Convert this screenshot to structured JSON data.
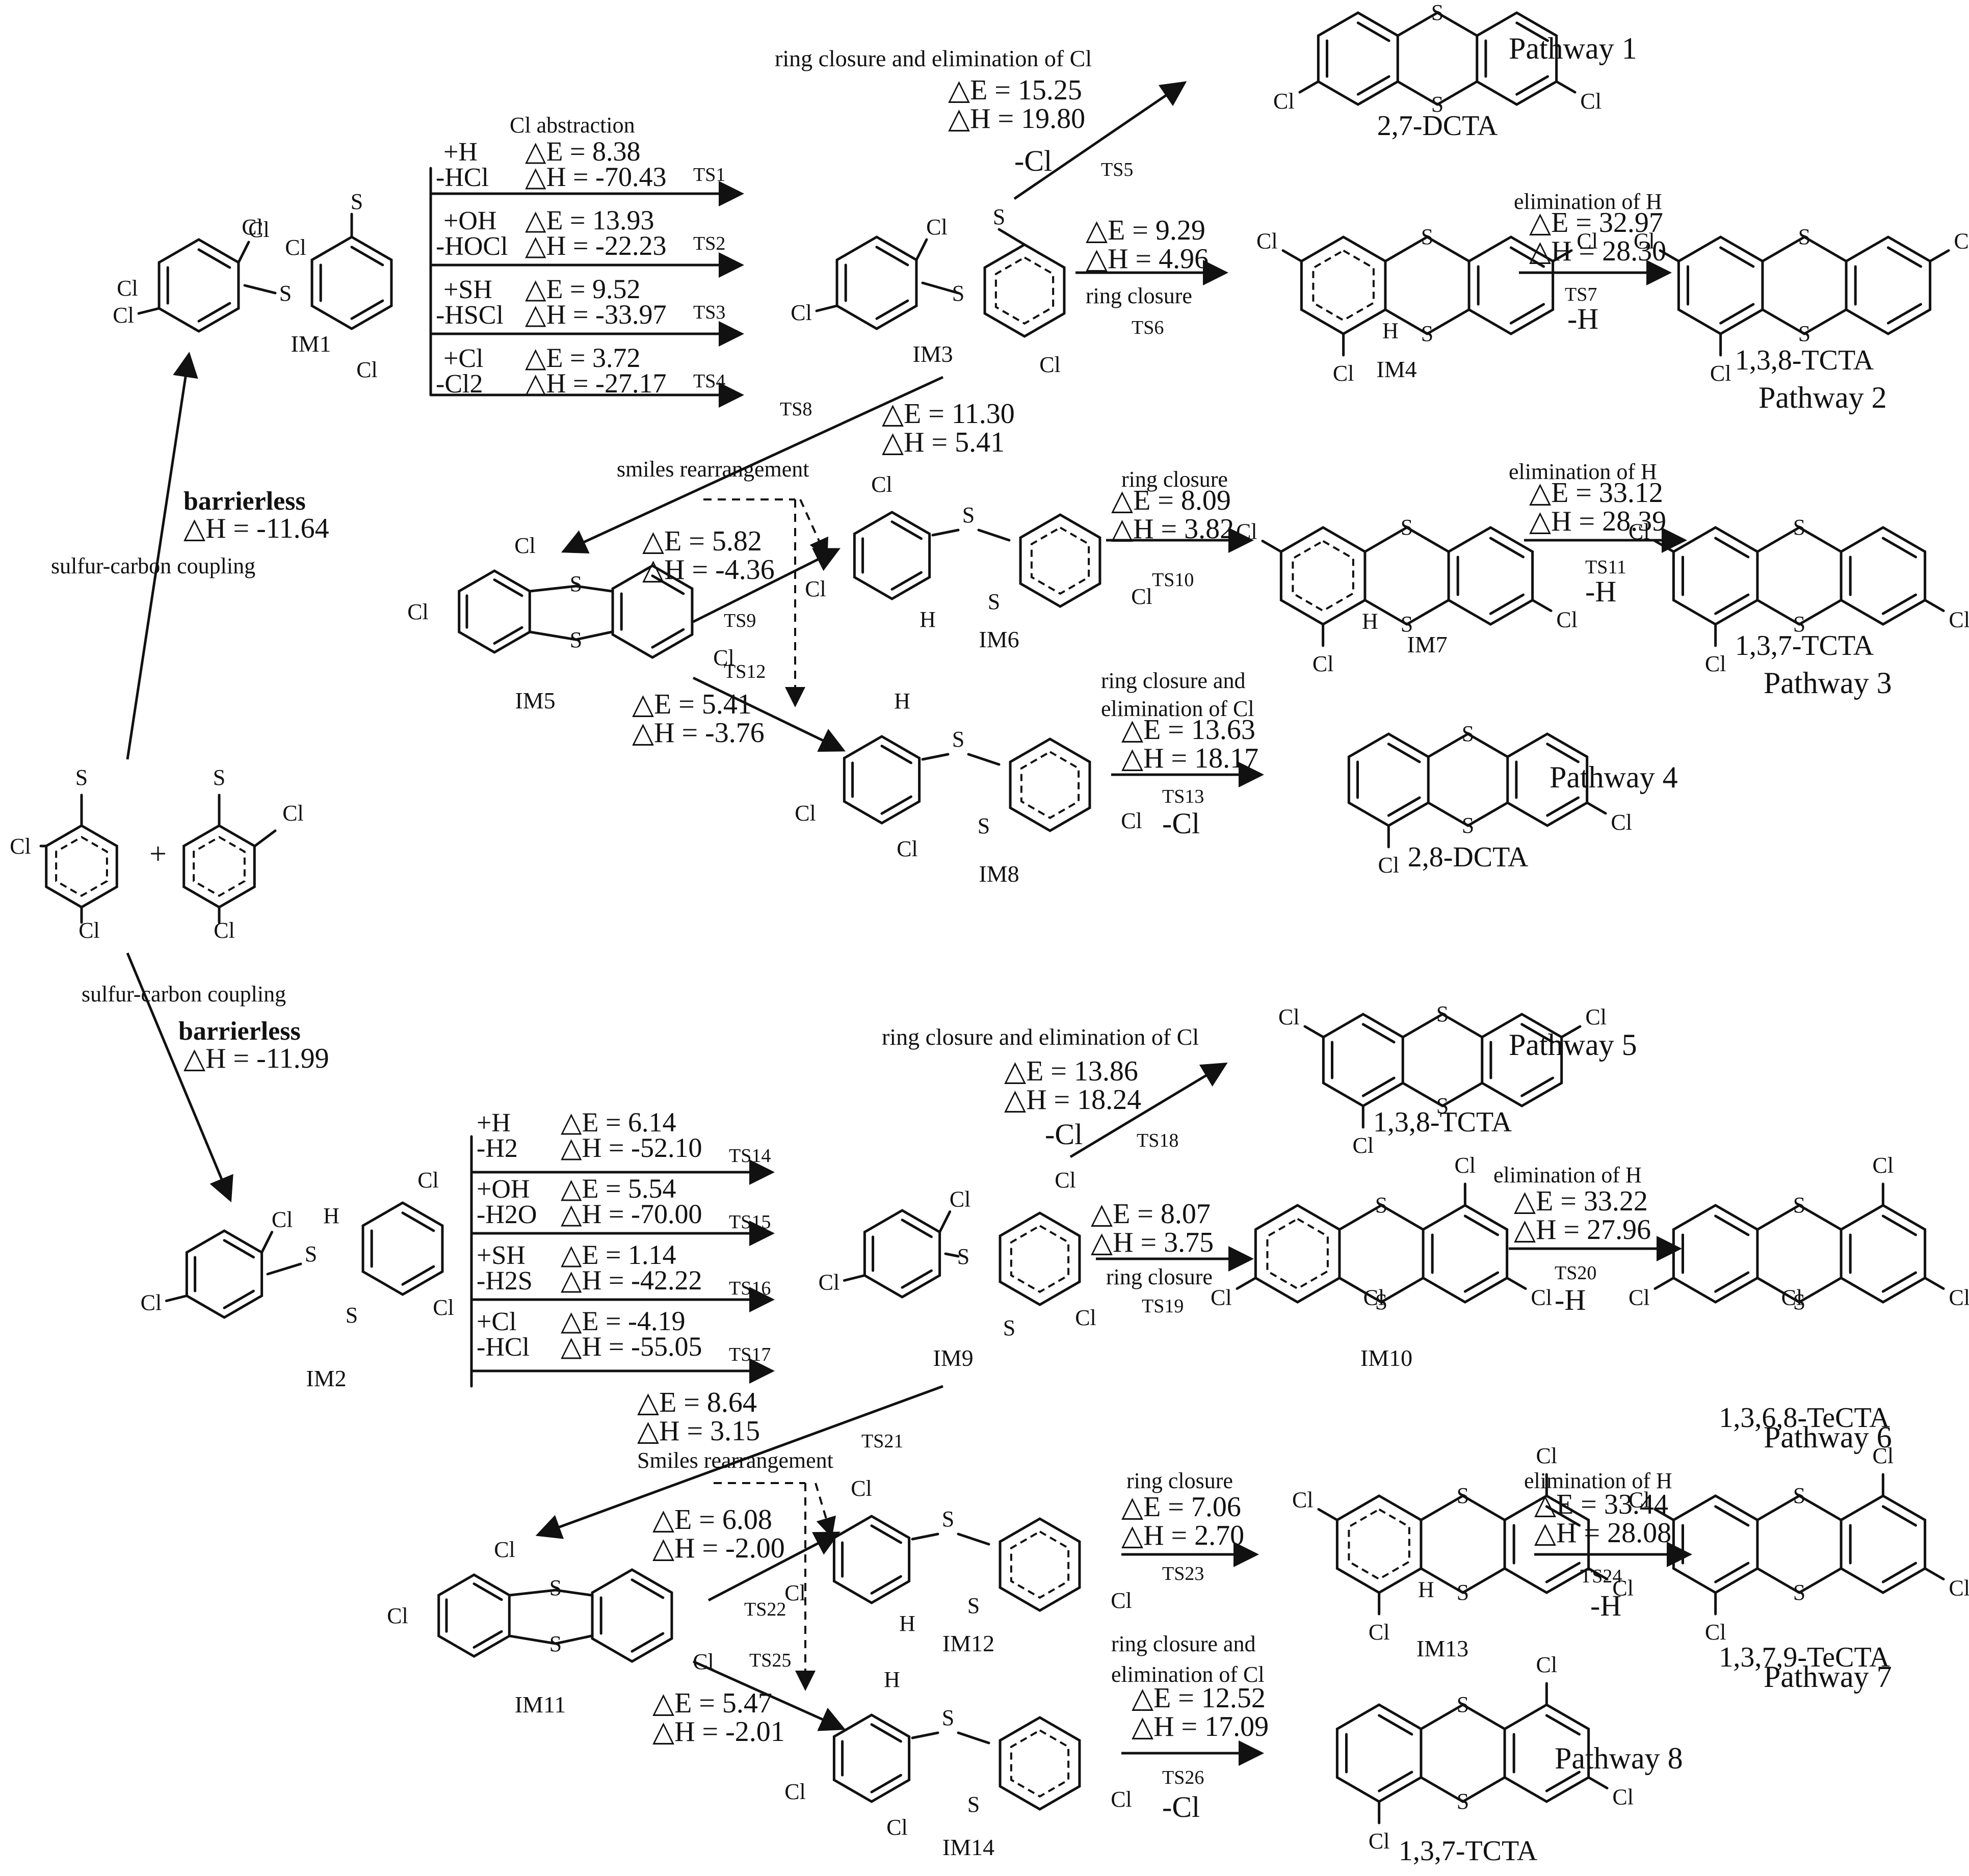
{
  "diagram": {
    "labels": {
      "im": [
        "IM1",
        "IM2",
        "IM3",
        "IM4",
        "IM5",
        "IM6",
        "IM7",
        "IM8",
        "IM9",
        "IM10",
        "IM11",
        "IM12",
        "IM13",
        "IM14"
      ],
      "pathways": [
        "Pathway 1",
        "Pathway 2",
        "Pathway 3",
        "Pathway 4",
        "Pathway 5",
        "Pathway 6",
        "Pathway 7",
        "Pathway 8"
      ],
      "products": [
        "2,7-DCTA",
        "1,3,8-TCTA",
        "1,3,7-TCTA",
        "2,8-DCTA",
        "1,3,8-TCTA",
        "1,3,6,8-TeCTA",
        "1,3,7,9-TeCTA",
        "1,3,7-TCTA"
      ],
      "ts": [
        "TS1",
        "TS2",
        "TS3",
        "TS4",
        "TS5",
        "TS6",
        "TS7",
        "TS8",
        "TS9",
        "TS10",
        "TS11",
        "TS12",
        "TS13",
        "TS14",
        "TS15",
        "TS16",
        "TS17",
        "TS18",
        "TS19",
        "TS20",
        "TS21",
        "TS22",
        "TS23",
        "TS24",
        "TS25",
        "TS26"
      ]
    },
    "steps": {
      "sc1": {
        "name": "sulfur-carbon coupling",
        "note": "barrierless",
        "dH": "-11.64"
      },
      "sc2": {
        "name": "sulfur-carbon coupling",
        "note": "barrierless",
        "dH": "-11.99"
      },
      "abstraction_title": "Cl abstraction",
      "abs1": [
        {
          "add": "+H",
          "rem": "-HCl",
          "dE": "8.38",
          "dH": "-70.43"
        },
        {
          "add": "+OH",
          "rem": "-HOCl",
          "dE": "13.93",
          "dH": "-22.23"
        },
        {
          "add": "+SH",
          "rem": "-HSCl",
          "dE": "9.52",
          "dH": "-33.97"
        },
        {
          "add": "+Cl",
          "rem": "-Cl2",
          "dE": "3.72",
          "dH": "-27.17"
        }
      ],
      "abs2": [
        {
          "add": "+H",
          "rem": "-H2",
          "dE": "6.14",
          "dH": "-52.10"
        },
        {
          "add": "+OH",
          "rem": "-H2O",
          "dE": "5.54",
          "dH": "-70.00"
        },
        {
          "add": "+SH",
          "rem": "-H2S",
          "dE": "1.14",
          "dH": "-42.22"
        },
        {
          "add": "+Cl",
          "rem": "-HCl",
          "dE": "-4.19",
          "dH": "-55.05"
        }
      ],
      "ts5": {
        "name": "ring closure and elimination of Cl",
        "dE": "15.25",
        "dH": "19.80",
        "elim": "-Cl"
      },
      "ts6": {
        "name": "ring closure",
        "dE": "9.29",
        "dH": "4.96"
      },
      "ts7": {
        "name": "elimination of H",
        "dE": "32.97",
        "dH": "28.30",
        "elim": "-H"
      },
      "ts8": {
        "dE": "11.30",
        "dH": "5.41"
      },
      "smiles1": "smiles rearrangement",
      "ts9": {
        "dE": "5.82",
        "dH": "-4.36"
      },
      "ts10": {
        "name": "ring closure",
        "dE": "8.09",
        "dH": "3.82"
      },
      "ts11": {
        "name": "elimination of H",
        "dE": "33.12",
        "dH": "28.39",
        "elim": "-H"
      },
      "ts12": {
        "dE": "5.41",
        "dH": "-3.76"
      },
      "ts13": {
        "name1": "ring closure and",
        "name2": "elimination of Cl",
        "dE": "13.63",
        "dH": "18.17",
        "elim": "-Cl"
      },
      "ts18": {
        "name": "ring closure and elimination of Cl",
        "dE": "13.86",
        "dH": "18.24",
        "elim": "-Cl"
      },
      "ts19": {
        "name": "ring closure",
        "dE": "8.07",
        "dH": "3.75"
      },
      "ts20": {
        "name": "elimination of H",
        "dE": "33.22",
        "dH": "27.96",
        "elim": "-H"
      },
      "ts21": {
        "dE": "8.64",
        "dH": "3.15"
      },
      "smiles2": "Smiles rearrangement",
      "ts22": {
        "dE": "6.08",
        "dH": "-2.00"
      },
      "ts23": {
        "name": "ring closure",
        "dE": "7.06",
        "dH": "2.70"
      },
      "ts24": {
        "name": "elimination of H",
        "dE": "33.44",
        "dH": "28.08",
        "elim": "-H"
      },
      "ts25": {
        "dE": "5.47",
        "dH": "-2.01"
      },
      "ts26": {
        "name1": "ring closure and",
        "name2": "elimination of Cl",
        "dE": "12.52",
        "dH": "17.09",
        "elim": "-Cl"
      }
    },
    "atoms": {
      "Cl": "Cl",
      "S": "S",
      "H": "H",
      "plus": "+"
    },
    "symbols": {
      "delta": "△",
      "E": "E",
      "H": "H",
      "eq": " = "
    }
  }
}
